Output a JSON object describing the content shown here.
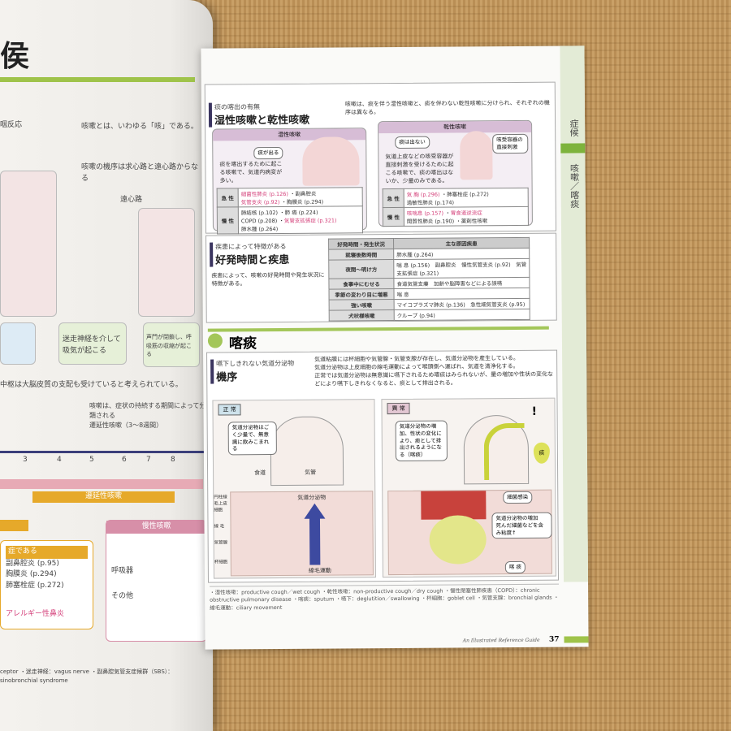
{
  "left_page": {
    "title": "侯",
    "text_1": "咽反応",
    "text_2": "咳嗽とは、いわゆる「咳」である。",
    "text_3": "咳嗽の機序は求心路と遠心路からなる",
    "label_efferent": "遠心路",
    "step_4": "迷走神経を介して吸気が起こる",
    "step_5": "声門が閉鎖し、呼吸筋の収縮が起こる",
    "note": "中枢は大脳皮質の支配も受けていると考えられている。",
    "text_4": "咳嗽は、症状の持続する期間によって分類される",
    "text_5": "遷延性咳嗽（3～8週間）",
    "timeline_ticks": [
      "3",
      "4",
      "5",
      "6",
      "7",
      "8"
    ],
    "bar_label": "遷延性咳嗽",
    "card_title": "慢性咳嗽",
    "list_header": "症である",
    "list": [
      "副鼻腔炎 (p.95)",
      "胸膜炎 (p.294)",
      "肺塞栓症 (p.272)"
    ],
    "row_labels": [
      "呼吸器",
      "その他"
    ],
    "allergy": "アレルギー性鼻炎",
    "footer": "ceptor ・迷走神経：vagus nerve ・副鼻腔気管支症候群（SBS）：sinobronchial syndrome"
  },
  "right_page": {
    "side_tab": {
      "chapter": "症候",
      "topic": "咳嗽／喀痰"
    },
    "wet_dry": {
      "subtitle": "痰の喀出の有無",
      "title": "湿性咳嗽と乾性咳嗽",
      "intro": "咳嗽は、痰を伴う湿性咳嗽と、痰を伴わない乾性咳嗽に分けられ、それぞれの機序は異なる。",
      "wet": {
        "header": "湿性咳嗽",
        "bubble": "痰が出る",
        "desc": "痰を喀出するために起こる咳嗽で、気道内病変が多い。",
        "acute_label": "急 性",
        "acute": [
          "細菌性肺炎 (p.126)",
          "副鼻腔炎",
          "気管支炎 (p.92)",
          "胸膜炎 (p.294)"
        ],
        "chronic_label": "慢 性",
        "chronic": [
          "肺結核 (p.102)",
          "肺 癌 (p.224)",
          "COPD (p.208)",
          "気管支拡張症 (p.321)",
          "肺水腫 (p.264)"
        ]
      },
      "dry": {
        "header": "乾性咳嗽",
        "bubble": "痰は出ない",
        "bubble2": "咳受容器の直接刺激",
        "desc": "気道上皮などの咳受容器が直接刺激を受けるために起こる咳嗽で、痰の喀出はないか、少量のみである。",
        "acute_label": "急 性",
        "acute": [
          "気 胸 (p.296)",
          "肺塞栓症 (p.272)",
          "過敏性肺炎 (p.174)"
        ],
        "chronic_label": "慢 性",
        "chronic": [
          "咳喘息 (p.157)",
          "胃食道逆流症",
          "間質性肺炎 (p.190)",
          "薬剤性咳嗽"
        ]
      }
    },
    "timing": {
      "subtitle": "疾患によって特徴がある",
      "title": "好発時間と疾患",
      "desc": "疾患によって、咳嗽の好発時間や発生状況に特徴がある。",
      "headers": [
        "好発時間・発生状況",
        "主な原因疾患"
      ],
      "rows": [
        {
          "k": "就寝後数時間",
          "v": "肺水腫 (p.264)"
        },
        {
          "k": "夜間～明け方",
          "v": "喘 息 (p.156)　副鼻腔炎　慢性気管支炎 (p.92)　気管支拡張症 (p.321)"
        },
        {
          "k": "食事中にむせる",
          "v": "食道気管支瘻　加齢や脳障害などによる誤嚥"
        },
        {
          "k": "季節の変わり目に増悪",
          "v": "喘 息"
        },
        {
          "k": "強い咳嗽",
          "v": "マイコプラズマ肺炎 (p.136)　急性細気管支炎 (p.95)"
        },
        {
          "k": "犬吠様咳嗽",
          "v": "クループ (p.94)"
        }
      ]
    },
    "sputum": {
      "section_title": "喀痰",
      "subtitle": "嚥下しきれない気道分泌物",
      "title": "機序",
      "bullets": [
        "気道粘膜には杯細胞や気管腺・気管支腺が存在し、気道分泌物を産生している。",
        "気道分泌物は上皮細胞の線毛運動によって喉頭側へ運ばれ、気道を清浄化する。",
        "正常では気道分泌物は無意識に嚥下されるため喀痰はみられないが、量の増加や性状の変化などにより嚥下しきれなくなると、痰として排出される。"
      ],
      "normal": {
        "tag": "正 常",
        "bubble": "気道分泌物はごく少量で、無意識に飲みこまれる",
        "esophagus": "食道",
        "trachea": "気管",
        "labels": [
          "円柱線毛上皮細胞",
          "線 毛",
          "気管腺",
          "杯細胞"
        ],
        "flow": "線毛運動",
        "mucus": "気道分泌物"
      },
      "abnormal": {
        "tag": "異 常",
        "bubble": "気道分泌物の増加、性状の変化により、痰として排出されるようになる（喀痰）",
        "phlegm": "痰",
        "exclaim": "!",
        "infection": "細菌感染",
        "points": [
          "気道分泌物の増加",
          "死んだ細菌などを含み粘度↑"
        ],
        "result": "喀 痰"
      }
    },
    "footnote": "・湿性咳嗽：productive cough／wet cough ・乾性咳嗽：non-productive cough／dry cough ・慢性閉塞性肺疾患（COPD）：chronic obstructive pulmonary disease ・喀痰：sputum ・嚥下：deglutition／swallowing ・杯細胞：goblet cell ・気管支腺：bronchial glands ・線毛運動：ciliary movement",
    "guide": "An Illustrated Reference Guide",
    "page_number": "37"
  },
  "colors": {
    "accent_green": "#9fc34a",
    "heading_bar": "#3b3560",
    "card_header": "#d7bdd6",
    "highlight_pink": "#d4407a",
    "phlegm_yellow": "#c9d23a"
  }
}
